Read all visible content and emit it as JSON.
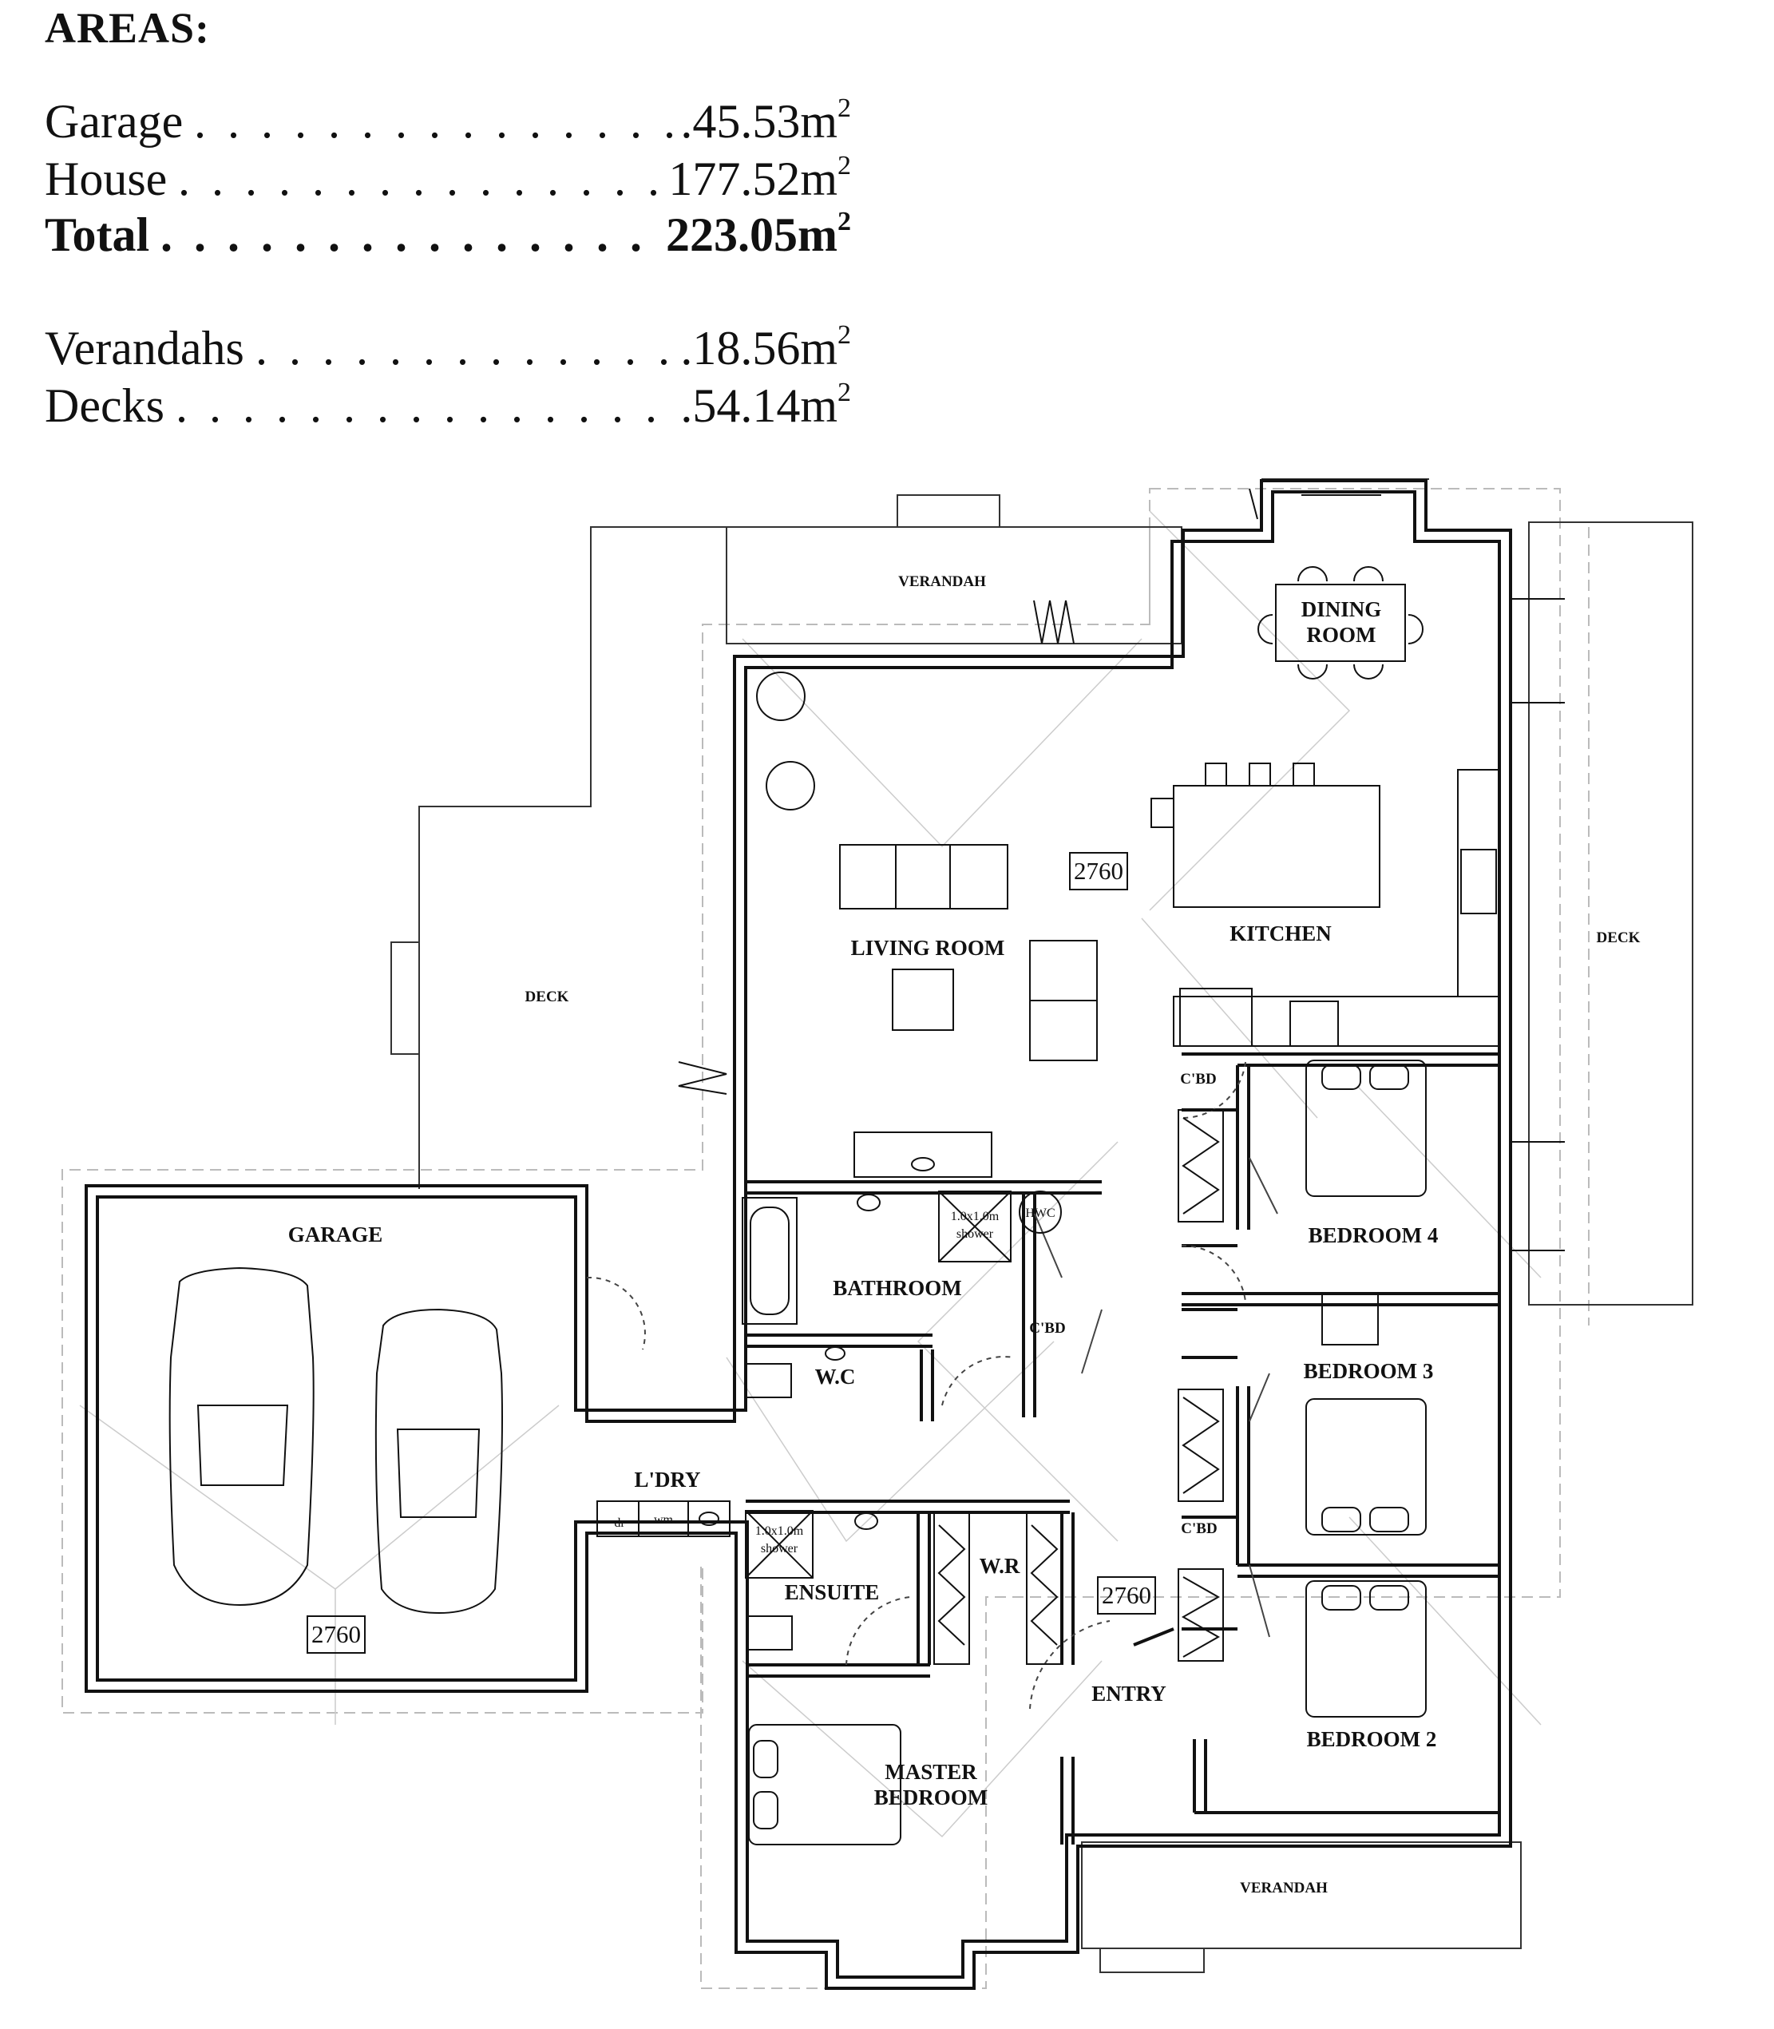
{
  "areas": {
    "title": "AREAS:",
    "rows": [
      {
        "label": "Garage",
        "value": ".45.53m",
        "sup": "2",
        "bold": false
      },
      {
        "label": "House",
        "value": "177.52m",
        "sup": "2",
        "bold": false
      },
      {
        "label": "Total",
        "value": "223.05m",
        "sup": "2",
        "bold": true
      },
      {
        "label": "Verandahs",
        "value": ".18.56m",
        "sup": "2",
        "bold": false
      },
      {
        "label": "Decks",
        "value": ".54.14m",
        "sup": "2",
        "bold": false
      }
    ]
  },
  "plan": {
    "rooms": {
      "verandah_top": "VERANDAH",
      "dining_room_1": "DINING",
      "dining_room_2": "ROOM",
      "living_room": "LIVING ROOM",
      "kitchen": "KITCHEN",
      "deck_left": "DECK",
      "deck_right": "DECK",
      "garage": "GARAGE",
      "bathroom": "BATHROOM",
      "wc": "W.C",
      "laundry": "L'DRY",
      "ensuite": "ENSUITE",
      "walk_in_robe": "W.R",
      "entry": "ENTRY",
      "master_bedroom_1": "MASTER",
      "master_bedroom_2": "BEDROOM",
      "bedroom_2": "BEDROOM 2",
      "bedroom_3": "BEDROOM 3",
      "bedroom_4": "BEDROOM 4",
      "verandah_bottom": "VERANDAH"
    },
    "cupboards": {
      "cbd_bed4": "C'BD",
      "cbd_hall": "C'BD",
      "cbd_bed3": "C'BD"
    },
    "fixtures": {
      "shower_bath_1": "1.0x1.0m",
      "shower_bath_2": "shower",
      "shower_ens_1": "1.0x1.0m",
      "shower_ens_2": "shower",
      "hot_water": "HWC",
      "dryer": "dr",
      "washing_machine": "wm"
    },
    "ceiling_heights": {
      "living": "2760",
      "entry": "2760",
      "garage": "2760"
    }
  }
}
